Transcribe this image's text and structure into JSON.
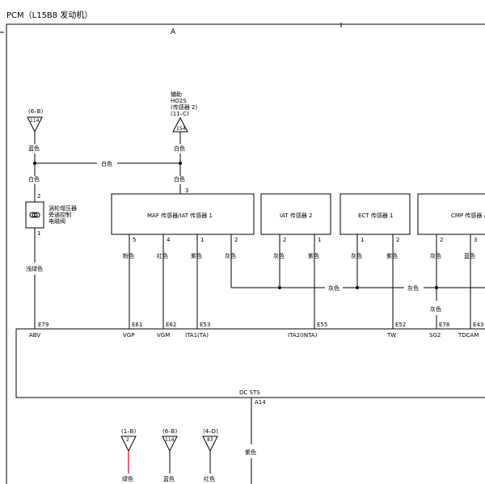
{
  "title": "PCM（L15B8 发动机）",
  "section_label": "A",
  "connectors": [
    {
      "ref": "(6–B)",
      "num": "114"
    },
    {
      "ref": "辅助\nHO2S\n(传感器 2)\n(11–C)",
      "num": "154"
    },
    {
      "ref": "(1–B)",
      "num": "2"
    },
    {
      "ref": "(6–B)",
      "num": "114"
    },
    {
      "ref": "(4–D)",
      "num": "83"
    }
  ],
  "components": {
    "solenoid": "涡轮增压器\n旁通控制\n电磁阀",
    "maf_iat1": "MAF 传感器/IAT 传感器 1",
    "iat2": "IAT 传感器 2",
    "ect1": "ECT 传感器 1",
    "cmp": "CMP 传感器 A"
  },
  "wire_colors": {
    "blue": "蓝色",
    "white": "白色",
    "light_green": "浅绿色",
    "pink": "粉色",
    "red": "红色",
    "purple": "紫色",
    "gray": "灰色",
    "green": "绿色"
  },
  "pins": {
    "p2": "2",
    "p1": "1",
    "p3": "3",
    "p5": "5",
    "p4": "4"
  },
  "terminals": [
    {
      "id": "E79",
      "signal": "ABV"
    },
    {
      "id": "E61",
      "signal": "VGP"
    },
    {
      "id": "E62",
      "signal": "VGM"
    },
    {
      "id": "E53",
      "signal": "ITA1(TA)"
    },
    {
      "id": "E55",
      "signal": "ITA2(INTA)"
    },
    {
      "id": "E52",
      "signal": "TW"
    },
    {
      "id": "E78",
      "signal": "SG2"
    },
    {
      "id": "E43",
      "signal": "TDCAM"
    }
  ],
  "dc_sts": {
    "signal": "DC STS",
    "terminal": "A14"
  },
  "colors": {
    "line": "#000000",
    "green_wire": "#d0021b",
    "background": "#ffffff"
  }
}
